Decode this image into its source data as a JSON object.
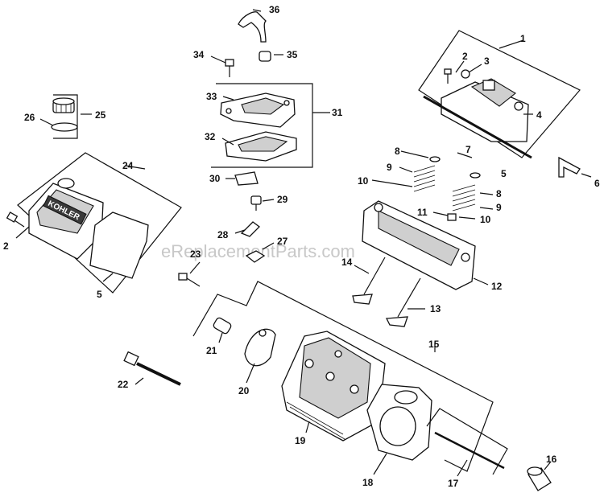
{
  "watermark": "eReplacementParts.com",
  "callouts": {
    "c1": "1",
    "c2a": "2",
    "c2b": "2",
    "c3": "3",
    "c4": "4",
    "c5a": "5",
    "c5b": "5",
    "c6": "6",
    "c7": "7",
    "c8a": "8",
    "c8b": "8",
    "c9a": "9",
    "c9b": "9",
    "c10a": "10",
    "c10b": "10",
    "c11": "11",
    "c12": "12",
    "c13": "13",
    "c14": "14",
    "c15": "15",
    "c16": "16",
    "c17": "17",
    "c18": "18",
    "c19": "19",
    "c20": "20",
    "c21": "21",
    "c22": "22",
    "c23": "23",
    "c24": "24",
    "c25": "25",
    "c26": "26",
    "c27": "27",
    "c28": "28",
    "c29": "29",
    "c30": "30",
    "c31": "31",
    "c32": "32",
    "c33": "33",
    "c34": "34",
    "c35": "35",
    "c36": "36"
  },
  "valve_cover_lettering": "KOHLER"
}
